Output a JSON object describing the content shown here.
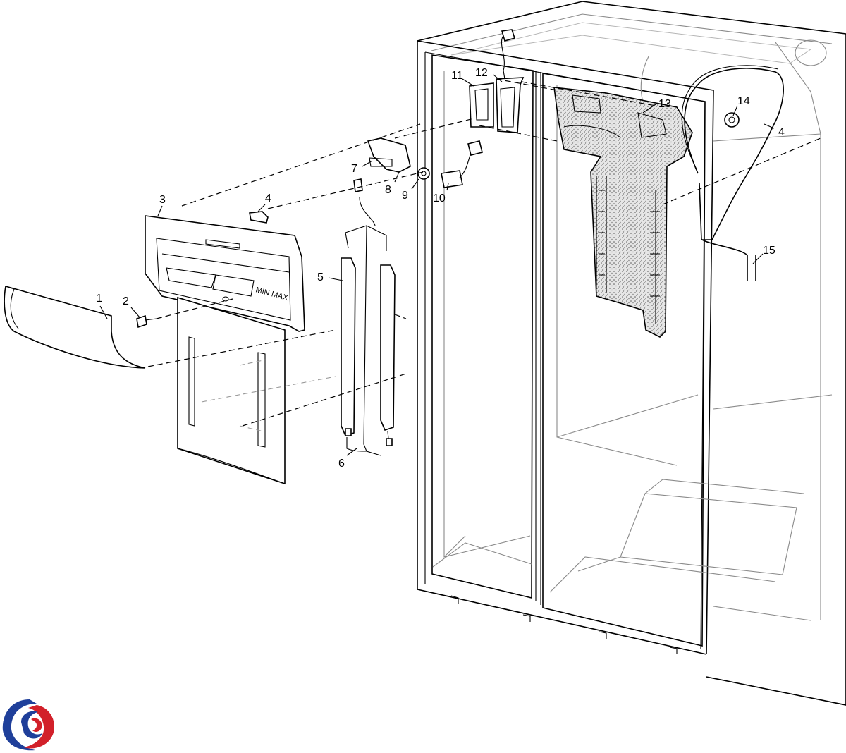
{
  "diagram": {
    "callouts": [
      {
        "id": "1",
        "label": "1"
      },
      {
        "id": "2",
        "label": "2"
      },
      {
        "id": "3",
        "label": "3"
      },
      {
        "id": "4a",
        "label": "4"
      },
      {
        "id": "5",
        "label": "5"
      },
      {
        "id": "6",
        "label": "6"
      },
      {
        "id": "7",
        "label": "7"
      },
      {
        "id": "8",
        "label": "8"
      },
      {
        "id": "9",
        "label": "9"
      },
      {
        "id": "10",
        "label": "10"
      },
      {
        "id": "11",
        "label": "11"
      },
      {
        "id": "12",
        "label": "12"
      },
      {
        "id": "13",
        "label": "13"
      },
      {
        "id": "14",
        "label": "14"
      },
      {
        "id": "4b",
        "label": "4"
      },
      {
        "id": "15",
        "label": "15"
      }
    ],
    "panel_marking": "MIN MAX",
    "logo": {
      "colors": {
        "blue": "#1f3f9a",
        "red": "#d2202a"
      }
    }
  }
}
